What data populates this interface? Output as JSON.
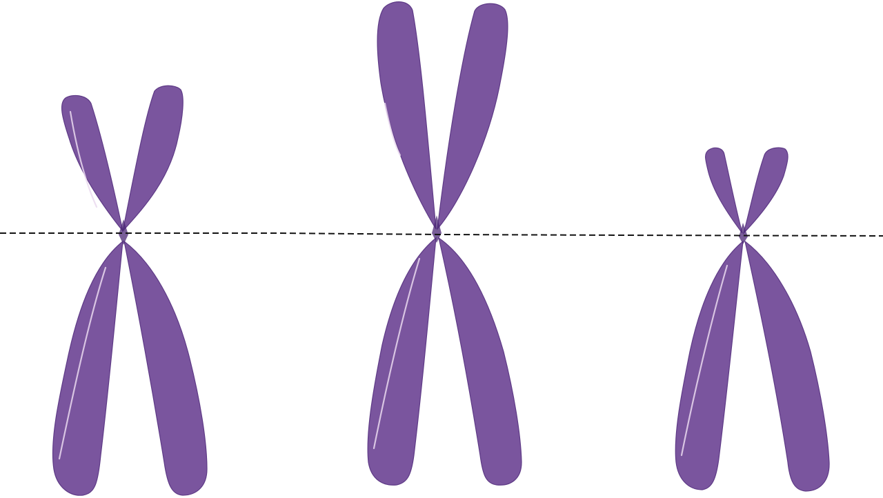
{
  "figure": {
    "colors": {
      "chromosome_fill": "#7a559e",
      "chromosome_edge": "#5e3a86",
      "centromere": "#4b2775",
      "highlight": "#ead9ee",
      "background": "#ffffff",
      "dashed_line": "#111111"
    },
    "chromosomes": [
      {
        "type": "metacentric",
        "p_arm_relative_length": 0.32
      },
      {
        "type": "metacentric",
        "p_arm_relative_length": 0.47
      },
      {
        "type": "submetacentric",
        "p_arm_relative_length": 0.28
      }
    ],
    "reference_line": {
      "style": "dashed",
      "passes_through": "centromeres"
    }
  }
}
